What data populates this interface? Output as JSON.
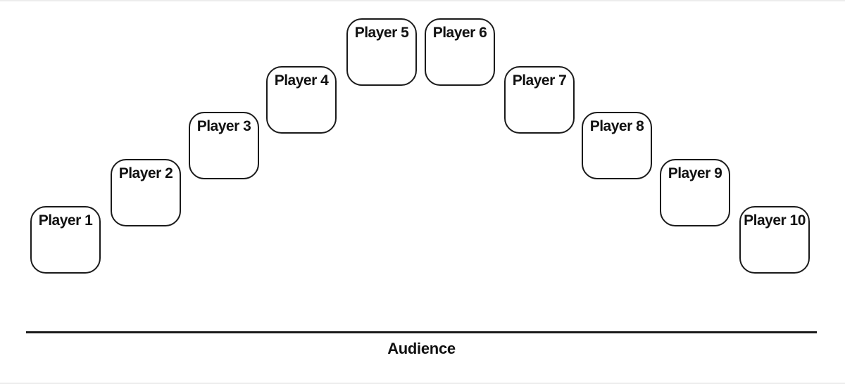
{
  "diagram": {
    "players": [
      {
        "label": "Player 1"
      },
      {
        "label": "Player 2"
      },
      {
        "label": "Player 3"
      },
      {
        "label": "Player 4"
      },
      {
        "label": "Player 5"
      },
      {
        "label": "Player 6"
      },
      {
        "label": "Player 7"
      },
      {
        "label": "Player 8"
      },
      {
        "label": "Player 9"
      },
      {
        "label": "Player 10"
      }
    ],
    "audience_label": "Audience",
    "colors": {
      "box_border": "#1a1a1a",
      "text": "#111111",
      "background": "#ffffff",
      "audience_line": "#1a1a1a",
      "edge_border": "#ececec"
    }
  }
}
